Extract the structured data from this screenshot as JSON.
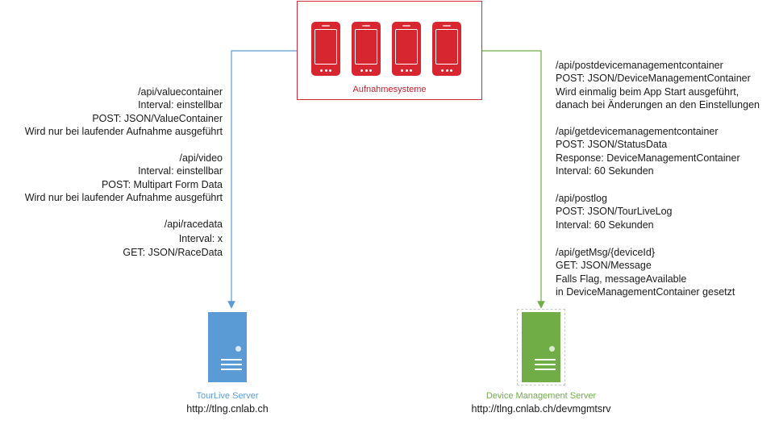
{
  "colors": {
    "accent_red": "#d7262f",
    "tourlive_blue": "#5b9bd5",
    "devmgmt_green": "#70ad47"
  },
  "source": {
    "label": "Aufnahmesysteme",
    "phones": [
      "phone-icon",
      "phone-icon",
      "phone-icon",
      "phone-icon"
    ]
  },
  "left_endpoints": [
    {
      "lines": [
        "/api/valuecontainer",
        "Interval: einstellbar",
        "POST: JSON/ValueContainer",
        "Wird nur bei laufender Aufnahme ausgeführt"
      ]
    },
    {
      "lines": [
        "/api/video",
        "Interval: einstellbar",
        "POST: Multipart Form Data",
        "Wird nur bei laufender Aufnahme ausgeführt"
      ]
    },
    {
      "lines": [
        "/api/racedata",
        "Interval: x",
        "GET: JSON/RaceData"
      ]
    }
  ],
  "right_endpoints": [
    {
      "lines": [
        "/api/postdevicemanagementcontainer",
        "POST: JSON/DeviceManagementContainer",
        "Wird einmalig beim App Start ausgeführt,",
        "danach bei Änderungen an den Einstellungen"
      ]
    },
    {
      "lines": [
        "/api/getdevicemanagementcontainer",
        "POST: JSON/StatusData",
        "Response: DeviceManagementContainer",
        "Interval: 60 Sekunden"
      ]
    },
    {
      "lines": [
        "/api/postlog",
        "POST: JSON/TourLiveLog",
        "Interval: 60 Sekunden"
      ]
    },
    {
      "lines": [
        "/api/getMsg/{deviceId}",
        "GET: JSON/Message",
        "Falls Flag, messageAvailable",
        "in DeviceManagementContainer gesetzt"
      ]
    }
  ],
  "servers": {
    "tourlive": {
      "label": "TourLive Server",
      "url": "http://tlng.cnlab.ch",
      "icon": "server-icon"
    },
    "devmgmt": {
      "label": "Device Management Server",
      "url": "http://tlng.cnlab.ch/devmgmtsrv",
      "icon": "server-icon"
    }
  }
}
